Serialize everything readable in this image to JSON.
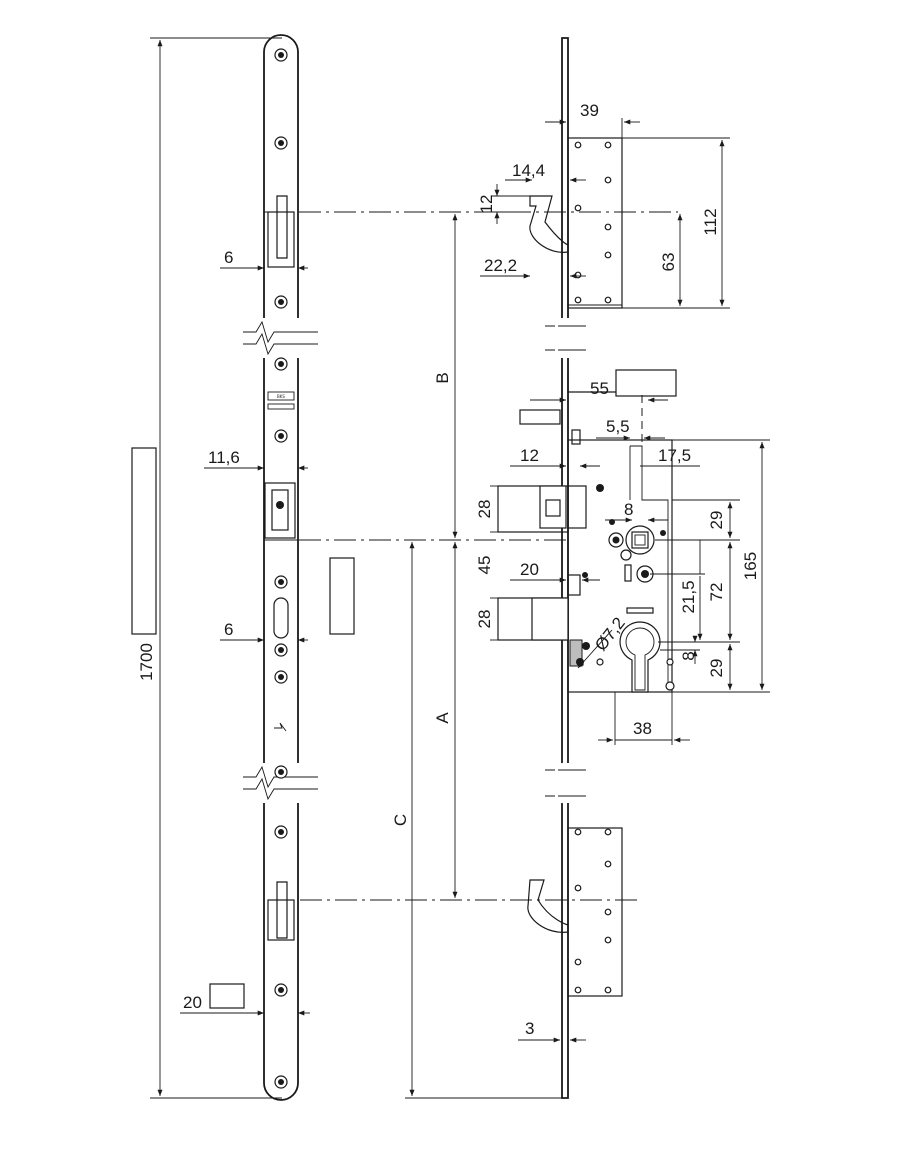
{
  "dimensions": {
    "overall_length": "1700",
    "d39": "39",
    "d14_4": "14,4",
    "d12_top": "12",
    "d112": "112",
    "d63": "63",
    "d22_2": "22,2",
    "d6_top": "6",
    "b_label": "B",
    "d55": "55",
    "d5_5": "5,5",
    "d11_6": "11,6",
    "d12_mid": "12",
    "d17_5": "17,5",
    "d165": "165",
    "d28_top": "28",
    "d8_top": "8",
    "d29_top": "29",
    "d45": "45",
    "d20_mid": "20",
    "d21_5": "21,5",
    "d72": "72",
    "d6_mid": "6",
    "d28_bottom": "28",
    "d7_2": "Ø7,2",
    "d8_bottom": "8",
    "d29_bottom": "29",
    "a_label": "A",
    "d38": "38",
    "c_label": "C",
    "d3": "3",
    "d20_bottom": "20"
  }
}
